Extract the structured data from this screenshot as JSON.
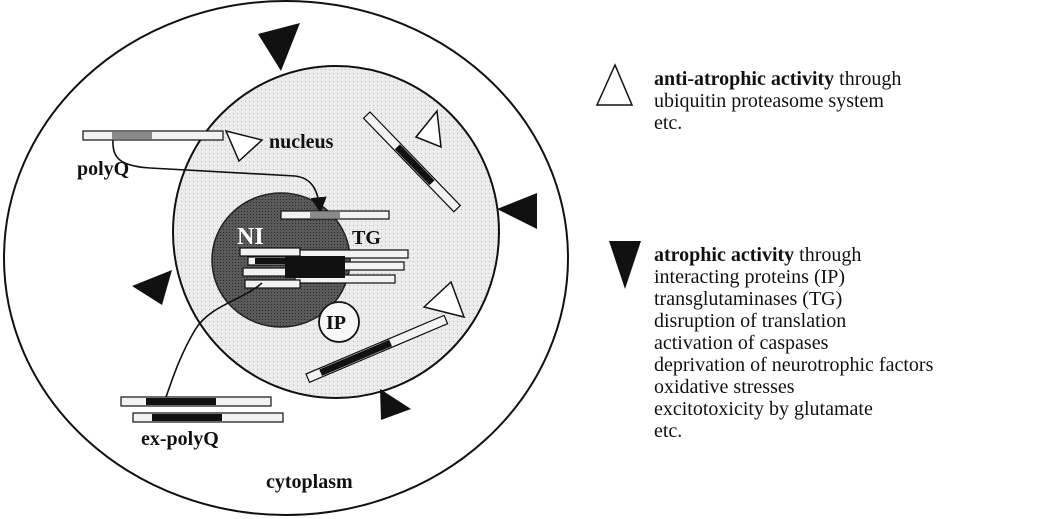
{
  "diagram": {
    "labels": {
      "nucleus": "nucleus",
      "polyq": "polyQ",
      "ni": "NI",
      "tg": "TG",
      "ip": "IP",
      "ex_polyq": "ex-polyQ",
      "cytoplasm": "cytoplasm"
    }
  },
  "legend": {
    "anti": {
      "icon": "open-triangle-icon",
      "title": "anti-atrophic activity",
      "title_suffix": " through",
      "lines": [
        "ubiquitin proteasome system",
        "etc."
      ]
    },
    "atrophic": {
      "icon": "filled-triangle-icon",
      "title": "atrophic activity",
      "title_suffix": " through",
      "lines": [
        "interacting proteins (IP)",
        "transglutaminases (TG)",
        "disruption of translation",
        "activation of caspases",
        "deprivation of neurotrophic factors",
        "oxidative stresses",
        "excitotoxicity by glutamate",
        "etc."
      ]
    }
  },
  "colors": {
    "ink": "#111111",
    "nucleus_fill": "#e6e6e6",
    "ni_fill": "#555555",
    "bar_fill": "#f2f2f2"
  }
}
